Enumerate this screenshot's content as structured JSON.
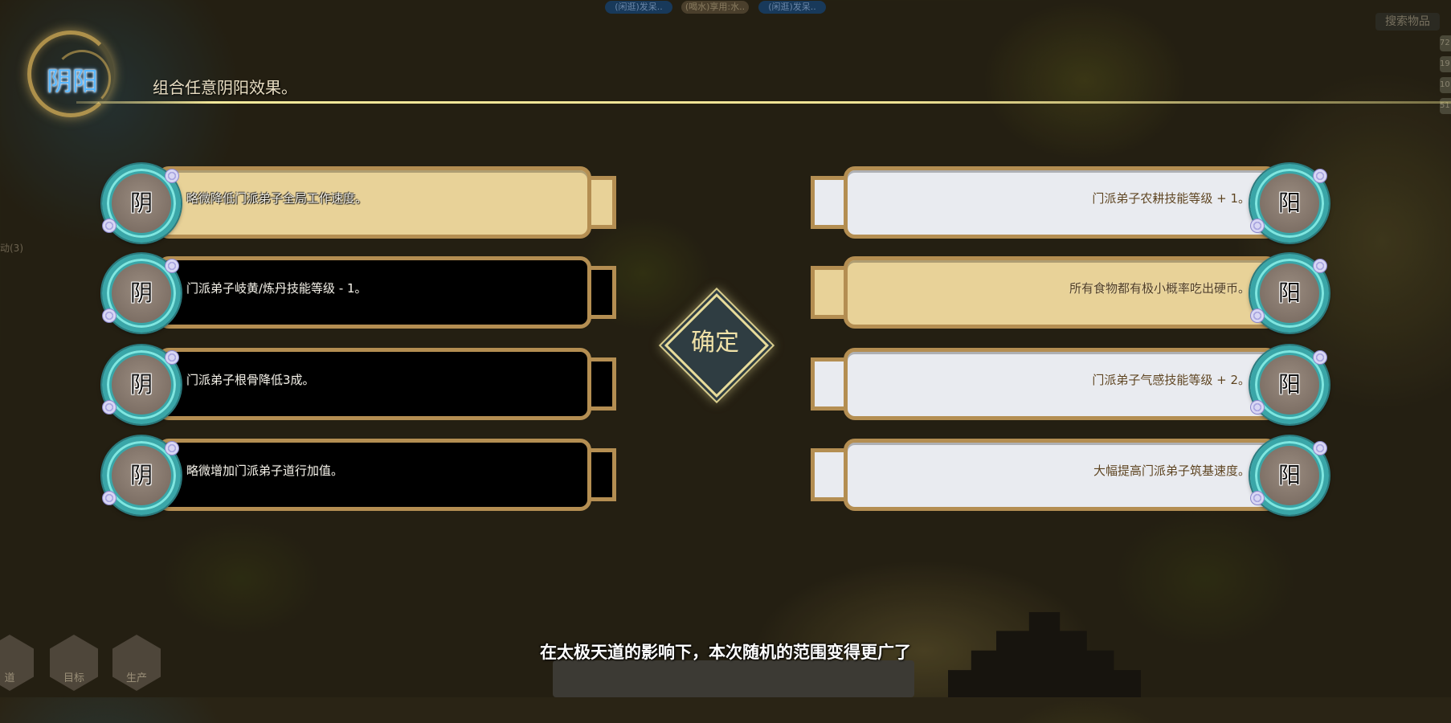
{
  "background": {
    "activity_tags": [
      "(闲逛)发呆..",
      "(喝水)享用:水..",
      "(闲逛)发呆.."
    ],
    "search_label": "搜索物品",
    "side_counts": [
      "72",
      "19",
      "10",
      "51"
    ],
    "activity_count_label": "动(3)",
    "bottom_buttons": [
      "道",
      "目标",
      "生产"
    ]
  },
  "header": {
    "title": "阴阳",
    "subtitle": "组合任意阴阳效果。"
  },
  "yin": {
    "symbol": "阴",
    "options": [
      {
        "text": "略微降低门派弟子全局工作速度。",
        "selected": true
      },
      {
        "text": "门派弟子岐黄/炼丹技能等级 - 1。",
        "selected": false
      },
      {
        "text": "门派弟子根骨降低3成。",
        "selected": false
      },
      {
        "text": "略微增加门派弟子道行加值。",
        "selected": false
      }
    ]
  },
  "yang": {
    "symbol": "阳",
    "options": [
      {
        "text": "门派弟子农耕技能等级 + 1。",
        "selected": false
      },
      {
        "text": "所有食物都有极小概率吃出硬币。",
        "selected": true
      },
      {
        "text": "门派弟子气感技能等级 + 2。",
        "selected": false
      },
      {
        "text": "大幅提高门派弟子筑基速度。",
        "selected": false
      }
    ]
  },
  "confirm_label": "确定",
  "footer_message": "在太极天道的影响下，本次随机的范围变得更广了",
  "colors": {
    "selected_fill": "#e8d298",
    "yin_fill": "#000000",
    "yang_fill": "#e9ebf0",
    "frame": "#b48e52",
    "orb_ring": "#3aa6a8"
  }
}
